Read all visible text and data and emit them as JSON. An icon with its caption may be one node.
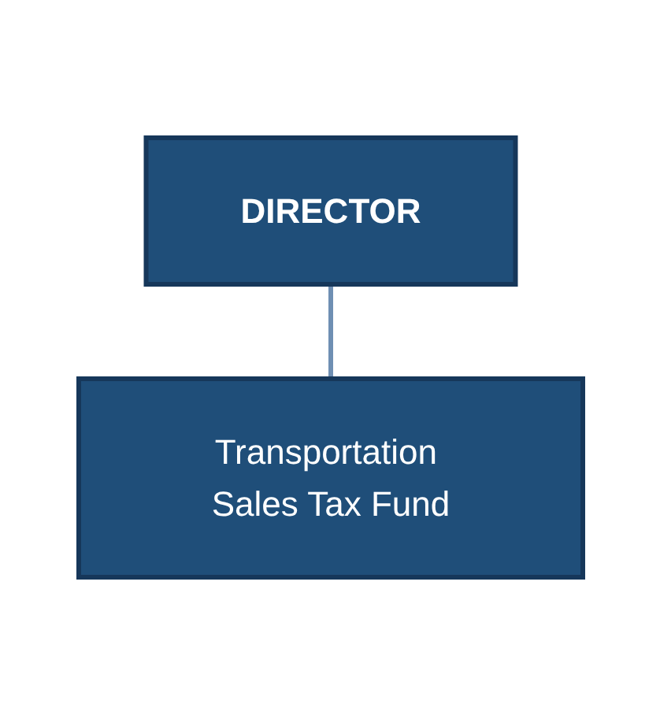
{
  "diagram": {
    "nodes": [
      {
        "text": [
          "DIRECTOR"
        ]
      },
      {
        "text": [
          "Transportation Sales Tax Fund"
        ]
      }
    ],
    "edges": [
      {
        "from": 0,
        "to": 1,
        "arrow": "none"
      }
    ]
  }
}
